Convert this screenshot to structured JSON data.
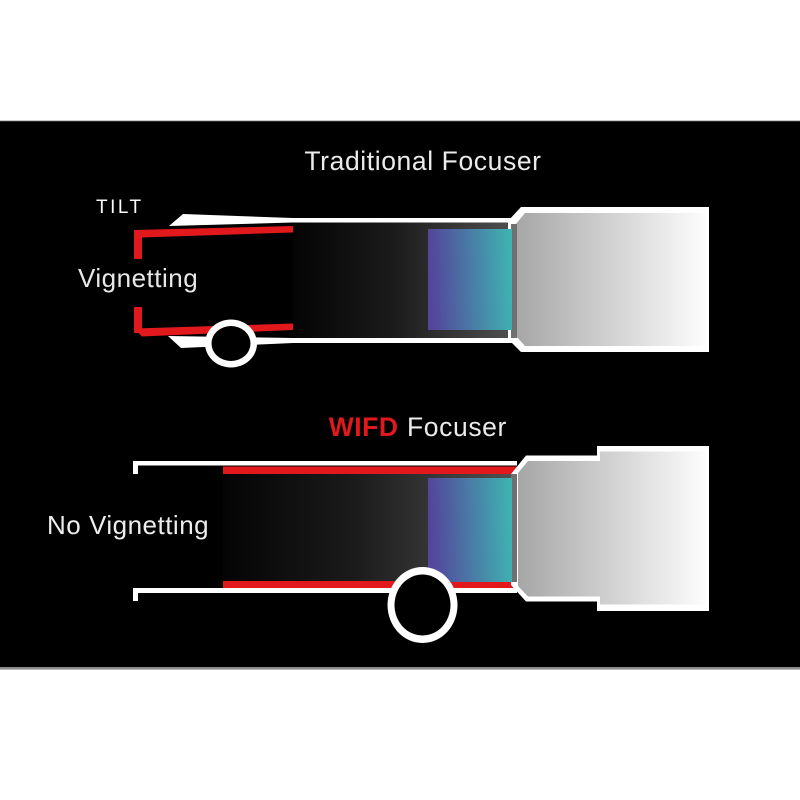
{
  "traditional": {
    "title": "Traditional Focuser",
    "tilt_label": "TILT",
    "vignetting_label": "Vignetting"
  },
  "wifd": {
    "brand": "WIFD",
    "title_suffix": "Focuser",
    "label": "No Vignetting"
  },
  "colors": {
    "accent_red": "#e1181c",
    "panel_black": "#000000",
    "outline_white": "#ffffff",
    "title_white": "#ebebeb",
    "label_white": "#e8e8e8",
    "sensor_purple": "#54449b",
    "sensor_teal": "#3eb6b2",
    "tube_dark": "#040404",
    "tube_mid": "#1b1b1b",
    "tube_light": "#525252",
    "body_gray": "#a6a6a6",
    "body_mid": "#d6d6d6",
    "body_white": "#fdfdfd",
    "sensor_gap_gray": "#6f6f6f",
    "border_top_gray": "#cccccc",
    "border_bottom_gray": "#8b8b8b"
  }
}
